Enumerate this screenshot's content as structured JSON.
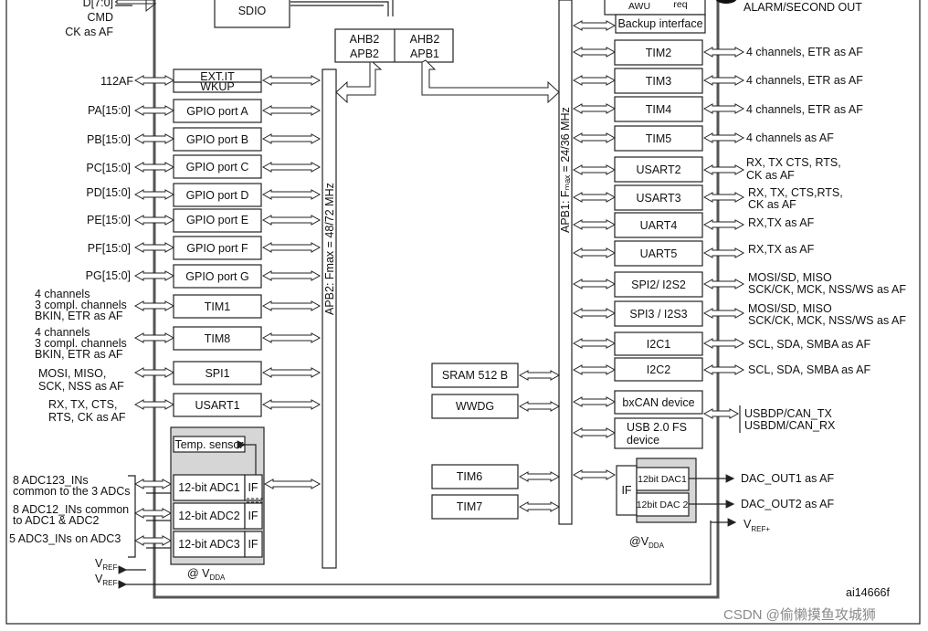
{
  "top": {
    "sdio_pins": [
      "D[7:0]",
      "CMD",
      "CK as AF"
    ],
    "sdio": "SDIO",
    "awu_line1": "AWU",
    "awu_line2": "req",
    "backup_interface": "Backup interface",
    "alarm_out": "ALARM/SECOND OUT",
    "bridge_ahb2_apb2": [
      "AHB2",
      "APB2"
    ],
    "bridge_ahb2_apb1": [
      "AHB2",
      "APB1"
    ]
  },
  "apb2_bus_label": "APB2: Fmax = 48/72 MHz",
  "apb1_bus_label": "APB1: Fₘₐₓ = 24/36 MHz",
  "left_pins": [
    "112AF",
    "PA[15:0]",
    "PB[15:0]",
    "PC[15:0]",
    "PD[15:0]",
    "PE[15:0]",
    "PF[15:0]",
    "PG[15:0]",
    "4 channels",
    "3 compl. channels",
    "BKIN, ETR as AF",
    "4 channels",
    "3 compl. channels",
    "BKIN, ETR as AF",
    "MOSI, MISO,",
    "SCK, NSS as AF",
    "RX, TX, CTS,",
    "RTS, CK as AF"
  ],
  "apb2_blocks": [
    "EXT.IT",
    "WKUP",
    "GPIO port A",
    "GPIO port B",
    "GPIO port C",
    "GPIO port D",
    "GPIO port E",
    "GPIO port F",
    "GPIO port G",
    "TIM1",
    "TIM8",
    "SPI1",
    "USART1"
  ],
  "adc": {
    "temp_sensor": "Temp. sensor",
    "adcs": [
      "12-bit ADC1",
      "12-bit ADC2",
      "12-bit ADC3"
    ],
    "if_label": "IF",
    "inputs": [
      "8 ADC123_INs",
      "common to the 3 ADCs",
      "8 ADC12_INs common",
      "to ADC1 & ADC2",
      "5 ADC3_INs on ADC3"
    ],
    "vref_minus": "V",
    "vref_minus_sub": "REF–",
    "vref_plus": "V",
    "vref_plus_sub": "REF+",
    "vdda": "@ V",
    "vdda_sub": "DDA"
  },
  "middle": {
    "sram": "SRAM 512 B",
    "wwdg": "WWDG",
    "tim6": "TIM6",
    "tim7": "TIM7"
  },
  "apb1_blocks": [
    "TIM2",
    "TIM3",
    "TIM4",
    "TIM5",
    "USART2",
    "USART3",
    "UART4",
    "UART5",
    "SPI2/ I2S2",
    "SPI3 / I2S3",
    "I2C1",
    "I2C2",
    "bxCAN device",
    "USB 2.0 FS",
    "device"
  ],
  "right_pins": [
    "4 channels, ETR as AF",
    "4 channels, ETR as AF",
    "4 channels, ETR as AF",
    "4 channels as AF",
    "RX, TX CTS, RTS,",
    "CK as AF",
    "RX, TX, CTS,RTS,",
    "CK as AF",
    "RX,TX as AF",
    "RX,TX as AF",
    "MOSI/SD, MISO",
    "SCK/CK, MCK, NSS/WS as AF",
    "MOSI/SD, MISO",
    "SCK/CK, MCK, NSS/WS as AF",
    "SCL, SDA, SMBA as AF",
    "SCL, SDA, SMBA as AF",
    "USBDP/CAN_TX",
    "USBDM/CAN_RX"
  ],
  "dac": {
    "if_label": "IF",
    "dac1": "12bit  DAC1",
    "dac2": "12bit  DAC 2",
    "out1": "DAC_OUT1 as AF",
    "out2": "DAC_OUT2 as AF",
    "vref_plus": "V",
    "vref_plus_sub": "REF+",
    "vdda": "@V",
    "vdda_sub": "DDA"
  },
  "figure_id": "ai14666f",
  "watermark": "CSDN @偷懒摸鱼攻城狮"
}
